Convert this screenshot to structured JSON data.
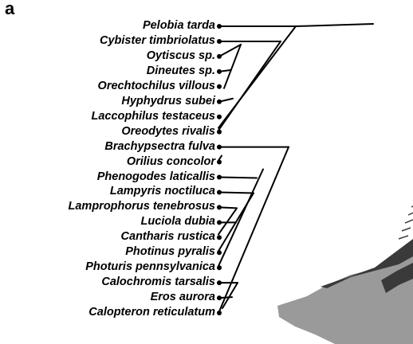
{
  "figure": {
    "panel_label": "a",
    "taxa": [
      "Pelobia tarda",
      "Cybister timbriolatus",
      "Oytiscus sp.",
      "Dineutes sp.",
      "Orechtochilus villous",
      "Hyphydrus subei",
      "Laccophilus testaceus",
      "Oreodytes rivalis",
      "Brachypsectra fulva",
      "Orilius concolor",
      "Phenogodes laticallis",
      "Lampyris noctiluca",
      "Lamprophorus tenebrosus",
      "Luciola dubia",
      "Cantharis rustica",
      "Photinus pyralis",
      "Photuris pennsylvanica",
      "Calochromis tarsalis",
      "Eros aurora",
      "Calopteron reticulatum"
    ]
  },
  "colors": {
    "ink": "#000000",
    "photo_gray": "#9a9a9a",
    "photo_dark": "#3a3a3a"
  },
  "icons": {
    "tip_marker": "filled-dot",
    "specimen": "insect-photo-fragment"
  }
}
